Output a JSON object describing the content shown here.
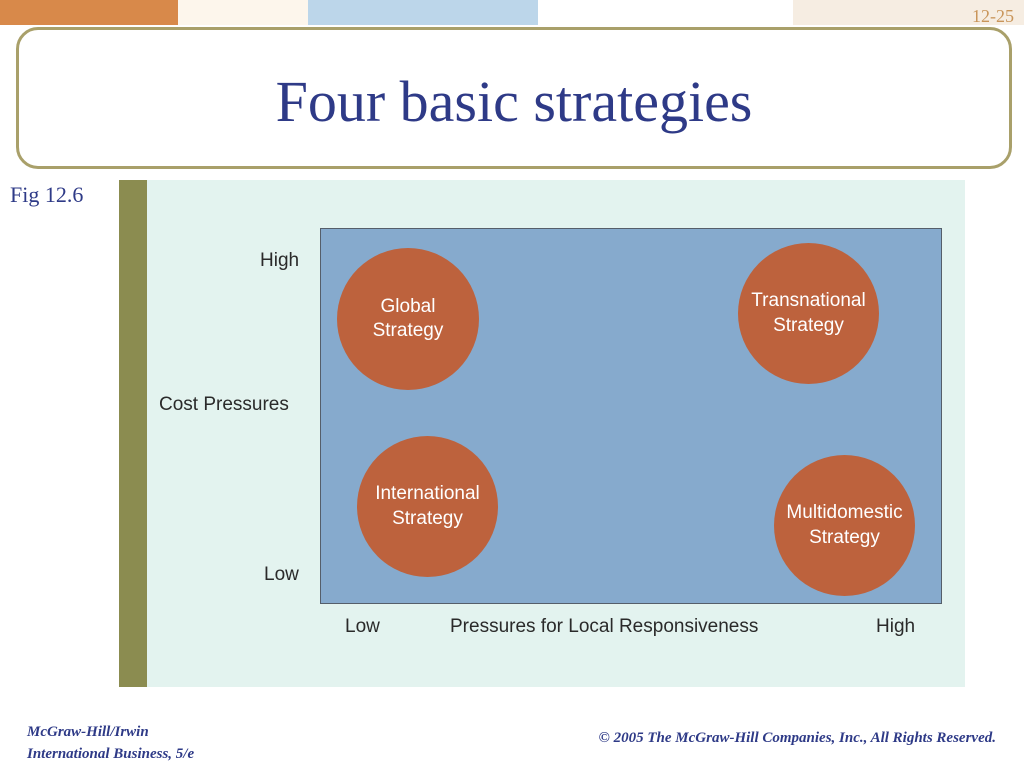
{
  "slide_number": "12-25",
  "title": "Four basic strategies",
  "figure_label": "Fig 12.6",
  "diagram": {
    "y_axis_title": "Cost Pressures",
    "y_high": "High",
    "y_low": "Low",
    "x_axis_title": "Pressures for Local Responsiveness",
    "x_low": "Low",
    "x_high": "High",
    "quadrants": [
      {
        "line1": "Global",
        "line2": "Strategy"
      },
      {
        "line1": "Transnational",
        "line2": "Strategy"
      },
      {
        "line1": "International",
        "line2": "Strategy"
      },
      {
        "line1": "Multidomestic",
        "line2": "Strategy"
      }
    ]
  },
  "footer": {
    "publisher": "McGraw-Hill/Irwin",
    "book": "International Business, 5/e",
    "copyright": "© 2005 The McGraw-Hill Companies, Inc., All Rights Reserved."
  },
  "colors": {
    "title": "#2e3a87",
    "plot_fill": "#86aacd",
    "bubble_fill": "#bd623d",
    "figure_background": "#e3f3ef",
    "accent_bar": "#8b8c50"
  }
}
